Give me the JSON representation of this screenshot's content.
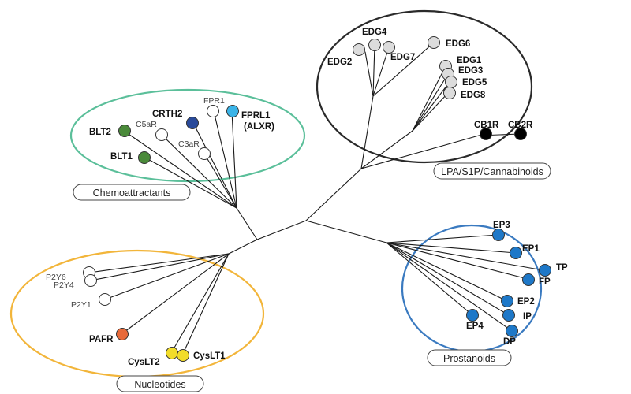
{
  "groups": [
    {
      "id": "lpa",
      "label": "LPA/S1P/Cannabinoids",
      "color": "#2a2a2a"
    },
    {
      "id": "chemo",
      "label": "Chemoattractants",
      "color": "#5bbf9a"
    },
    {
      "id": "nucleo",
      "label": "Nucleotides",
      "color": "#f2b53a"
    },
    {
      "id": "prost",
      "label": "Prostanoids",
      "color": "#3a7ac0"
    }
  ],
  "node_colors": {
    "white": "#ffffff",
    "light_gray": "#dcdcdc",
    "black": "#000000",
    "green": "#4a8a3a",
    "dark_blue": "#2a4a9a",
    "light_blue": "#3ab4e8",
    "orange": "#e86a3a",
    "yellow": "#f2dc2a",
    "blue": "#1e78c8"
  },
  "receptors": [
    {
      "id": "EDG4",
      "label": "EDG4",
      "group": "lpa",
      "color": "light_gray",
      "bold": true
    },
    {
      "id": "EDG2",
      "label": "EDG2",
      "group": "lpa",
      "color": "light_gray",
      "bold": true
    },
    {
      "id": "EDG7",
      "label": "EDG7",
      "group": "lpa",
      "color": "light_gray",
      "bold": true
    },
    {
      "id": "EDG6",
      "label": "EDG6",
      "group": "lpa",
      "color": "light_gray",
      "bold": true
    },
    {
      "id": "EDG1",
      "label": "EDG1",
      "group": "lpa",
      "color": "light_gray",
      "bold": true
    },
    {
      "id": "EDG3",
      "label": "EDG3",
      "group": "lpa",
      "color": "light_gray",
      "bold": true
    },
    {
      "id": "EDG5",
      "label": "EDG5",
      "group": "lpa",
      "color": "light_gray",
      "bold": true
    },
    {
      "id": "EDG8",
      "label": "EDG8",
      "group": "lpa",
      "color": "light_gray",
      "bold": true
    },
    {
      "id": "CB1R",
      "label": "CB1R",
      "group": "lpa",
      "color": "black",
      "bold": true
    },
    {
      "id": "CB2R",
      "label": "CB2R",
      "group": "lpa",
      "color": "black",
      "bold": true
    },
    {
      "id": "BLT2",
      "label": "BLT2",
      "group": "chemo",
      "color": "green",
      "bold": true
    },
    {
      "id": "BLT1",
      "label": "BLT1",
      "group": "chemo",
      "color": "green",
      "bold": true
    },
    {
      "id": "C5aR",
      "label": "C5aR",
      "group": "chemo",
      "color": "white",
      "bold": false
    },
    {
      "id": "CRTH2",
      "label": "CRTH2",
      "group": "chemo",
      "color": "dark_blue",
      "bold": true
    },
    {
      "id": "FPR1",
      "label": "FPR1",
      "group": "chemo",
      "color": "white",
      "bold": false
    },
    {
      "id": "FPRL1",
      "label": "FPRL1",
      "label2": "(ALXR)",
      "group": "chemo",
      "color": "light_blue",
      "bold": true
    },
    {
      "id": "C3aR",
      "label": "C3aR",
      "group": "chemo",
      "color": "white",
      "bold": false
    },
    {
      "id": "P2Y6",
      "label": "P2Y6",
      "group": "nucleo",
      "color": "white",
      "bold": false
    },
    {
      "id": "P2Y4",
      "label": "P2Y4",
      "group": "nucleo",
      "color": "white",
      "bold": false
    },
    {
      "id": "P2Y1",
      "label": "P2Y1",
      "group": "nucleo",
      "color": "white",
      "bold": false
    },
    {
      "id": "PAFR",
      "label": "PAFR",
      "group": "nucleo",
      "color": "orange",
      "bold": true
    },
    {
      "id": "CysLT2",
      "label": "CysLT2",
      "group": "nucleo",
      "color": "yellow",
      "bold": true
    },
    {
      "id": "CysLT1",
      "label": "CysLT1",
      "group": "nucleo",
      "color": "yellow",
      "bold": true
    },
    {
      "id": "EP3",
      "label": "EP3",
      "group": "prost",
      "color": "blue",
      "bold": true
    },
    {
      "id": "EP1",
      "label": "EP1",
      "group": "prost",
      "color": "blue",
      "bold": true
    },
    {
      "id": "TP",
      "label": "TP",
      "group": "prost",
      "color": "blue",
      "bold": true
    },
    {
      "id": "FP",
      "label": "FP",
      "group": "prost",
      "color": "blue",
      "bold": true
    },
    {
      "id": "EP2",
      "label": "EP2",
      "group": "prost",
      "color": "blue",
      "bold": true
    },
    {
      "id": "IP",
      "label": "IP",
      "group": "prost",
      "color": "blue",
      "bold": true
    },
    {
      "id": "EP4",
      "label": "EP4",
      "group": "prost",
      "color": "blue",
      "bold": true
    },
    {
      "id": "DP",
      "label": "DP",
      "group": "prost",
      "color": "blue",
      "bold": true
    }
  ]
}
